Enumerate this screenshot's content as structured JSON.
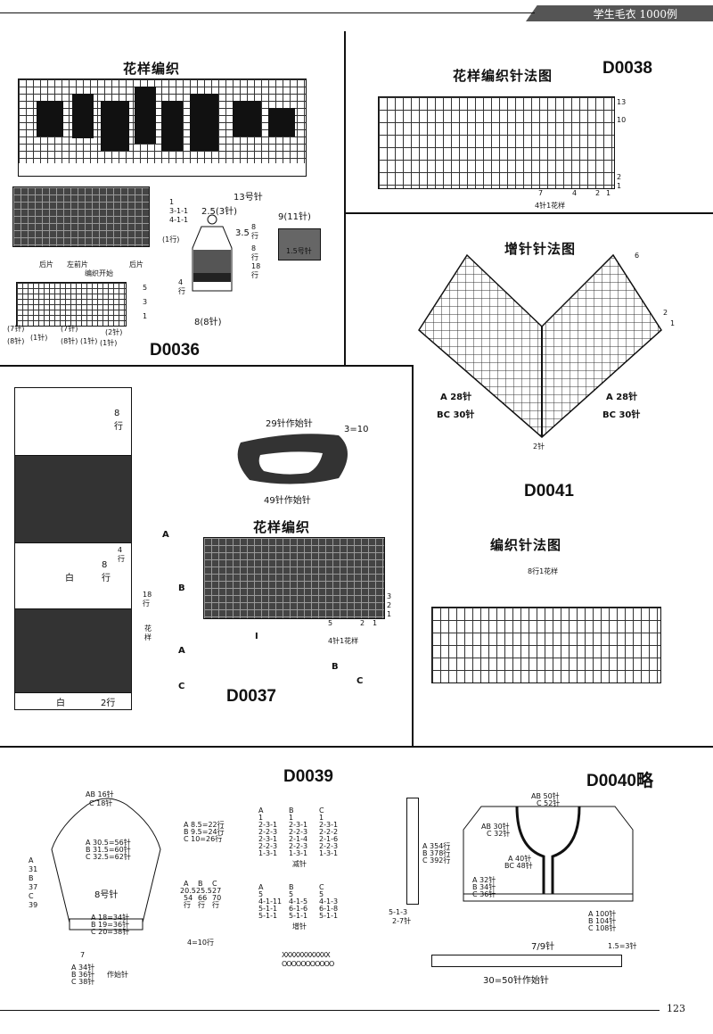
{
  "header": {
    "series_title": "学生毛衣 1000例"
  },
  "page_number": "123",
  "d0036": {
    "code": "D0036",
    "chart_title": "花样编织",
    "needle": "13号针",
    "dec_rules": [
      "1",
      "3-1-1",
      "4-1-1"
    ],
    "neck_label": "2.5(3针)",
    "left_rows": "(1行)",
    "sleeve_label": "9(11针)",
    "sleeve_inner": "1.5号针",
    "side_h1": "3.5",
    "side_h2": "8行",
    "side_h3": "8行",
    "side_h4": "18行",
    "row4": "4行",
    "width_label": "8(8针)",
    "labels_pieces": [
      "后片",
      "左前片",
      "后片"
    ],
    "labels_start": "编织开始",
    "small_chart_rows": [
      "5",
      "3",
      "1"
    ],
    "bottom_labels": [
      "(7针)",
      "(1针)",
      "(7针)",
      "(2针)",
      "(8针)",
      "(1针)",
      "(8针)",
      "(1针)"
    ]
  },
  "d0038": {
    "code": "D0038",
    "title": "花样编织针法图",
    "right_nums": [
      "13",
      "10",
      "2",
      "1"
    ],
    "bottom_nums": [
      "7",
      "4",
      "2",
      "1"
    ],
    "repeat_label": "4针1花样"
  },
  "d0041": {
    "code": "D0041",
    "title1": "增针针法图",
    "left_a": "A  28针",
    "left_bc": "BC 30针",
    "right_a": "A  28针",
    "right_bc": "BC 30针",
    "bottom": "2针",
    "side_nums": [
      "6",
      "2",
      "1"
    ],
    "title2": "编织针法图",
    "repeat_label": "8行1花样"
  },
  "d0037": {
    "code": "D0037",
    "top_rows": "8行",
    "mid_rows": "8行",
    "rows_4": "4行",
    "rows_18": "18行",
    "pattern": "花样",
    "white1": "白",
    "white2": "白",
    "bottom_rows": "2行",
    "collar_top": "29针作始针",
    "collar_ratio": "3=10",
    "collar_bottom": "49针作始针",
    "chart_title": "花样编织",
    "chart_rows": [
      "3",
      "2",
      "1"
    ],
    "chart_cols": [
      "5",
      "2",
      "1"
    ],
    "repeat_label": "4针1花样",
    "markers": [
      "A",
      "B",
      "A",
      "C"
    ],
    "arrow_b": "B",
    "arrow_c": "C",
    "i_mark": "I"
  },
  "d0039": {
    "code": "D0039",
    "shoulder": [
      "AB 16针",
      "C 18针"
    ],
    "upper_widths": [
      "A 30.5=56针",
      "B 31.5=60针",
      "C 32.5=62针"
    ],
    "needle": "8号针",
    "lower_widths": [
      "A 18=34针",
      "B 19=36针",
      "C 20=38针"
    ],
    "cast_on": [
      "A 34针",
      "B 36针",
      "C 38针"
    ],
    "cast_on_suffix": "作始针",
    "left_heights": [
      "A",
      "31",
      "B",
      "37",
      "C",
      "39"
    ],
    "right_a": [
      "A 8.5=22行",
      "B 9.5=24行",
      "C 10=26行"
    ],
    "right_b_head": [
      "A",
      "B",
      "C"
    ],
    "right_b_vals": [
      "20.5",
      "25.5",
      "27"
    ],
    "right_b_rows": [
      "54",
      "66",
      "70"
    ],
    "right_b_unit": [
      "行",
      "行",
      "行"
    ],
    "bottom_rows": "4=10行",
    "small_seven": "7",
    "dec_table_head": [
      "A",
      "B",
      "C"
    ],
    "dec_rows": [
      [
        "1",
        "1",
        "1"
      ],
      [
        "2-3-1",
        "2-3-1",
        "2-3-1"
      ],
      [
        "2-2-3",
        "2-2-3",
        "2-2-2"
      ],
      [
        "2-3-1",
        "2-1-4",
        "2-1-6"
      ],
      [
        "2-2-3",
        "2-2-3",
        "2-2-3"
      ],
      [
        "1-3-1",
        "1-3-1",
        "1-3-1"
      ]
    ],
    "dec_label": "减针",
    "inc_table_head": [
      "A",
      "B",
      "C"
    ],
    "inc_rows": [
      [
        "5",
        "5",
        "5"
      ],
      [
        "4-1-11",
        "4-1-5",
        "4-1-3"
      ],
      [
        "5-1-1",
        "6-1-6",
        "6-1-8"
      ],
      [
        "5-1-1",
        "5-1-1",
        "5-1-1"
      ]
    ],
    "inc_label": "增针",
    "x_pattern": "XXXXXXXXXXXX",
    "o_pattern": "OOOOOOOOOOO"
  },
  "d0040": {
    "code": "D0040略",
    "top": [
      "AB 50针",
      "C 52针"
    ],
    "collar": [
      "AB 30针",
      "C 32针"
    ],
    "left_heights": [
      "A 354行",
      "B 378行",
      "C 392行"
    ],
    "side1": [
      "A 40针",
      "BC 48针"
    ],
    "side2": [
      "A 32针",
      "B 34针",
      "C 36针"
    ],
    "bottom_right": [
      "A 100针",
      "B 104针",
      "C 108针"
    ],
    "strip_label": "2-7针",
    "strip_num": "5-1-3",
    "frac": "7/9针",
    "ratio": "1.5=3针",
    "cast_on": "30=50针作始针"
  }
}
